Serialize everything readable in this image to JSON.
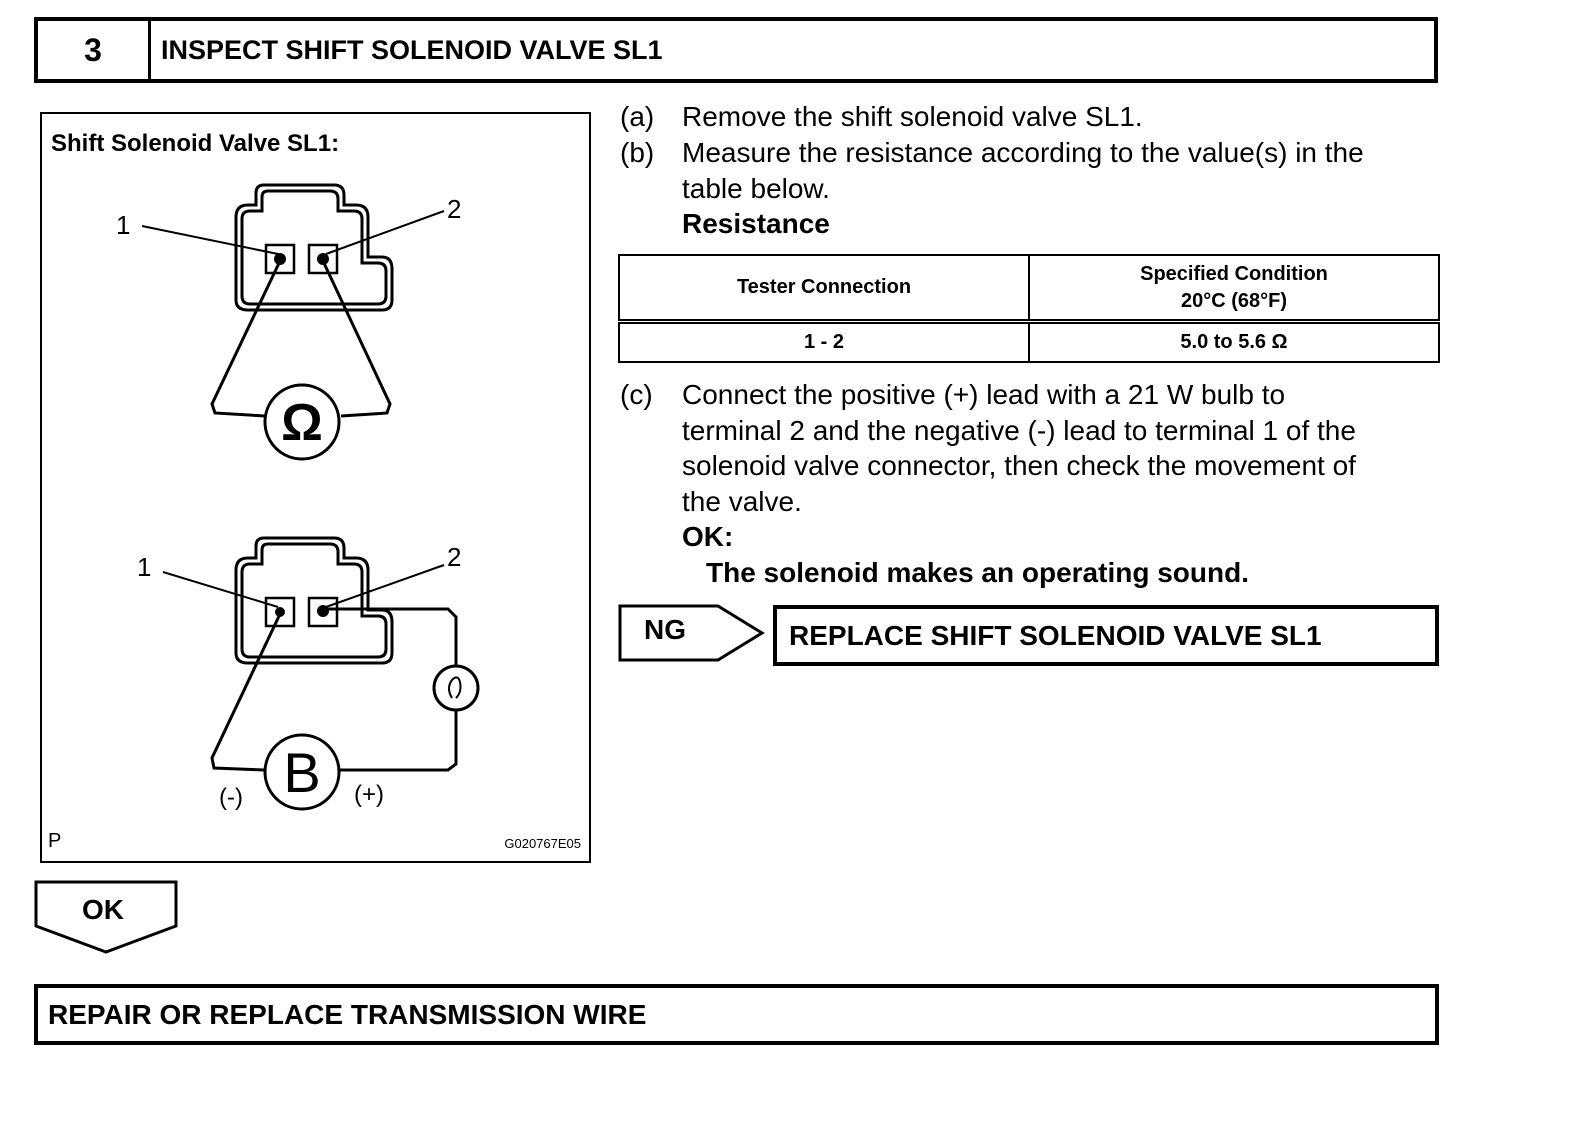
{
  "step": {
    "number": "3",
    "title": "INSPECT SHIFT SOLENOID VALVE SL1"
  },
  "figure": {
    "title": "Shift Solenoid Valve SL1:",
    "top_diagram": {
      "terminal_1": "1",
      "terminal_2": "2",
      "meter_symbol": "Ω"
    },
    "bottom_diagram": {
      "terminal_1": "1",
      "terminal_2": "2",
      "battery_symbol": "B",
      "negative": "(-)",
      "positive": "(+)"
    },
    "footer_left": "P",
    "footer_right": "G020767E05"
  },
  "instructions": {
    "a": {
      "label": "(a)",
      "text": "Remove the shift solenoid valve SL1."
    },
    "b": {
      "label": "(b)",
      "line1": "Measure the resistance according to the value(s) in the",
      "line2": "table below.",
      "heading": "Resistance"
    },
    "c": {
      "label": "(c)",
      "lines": [
        "Connect the positive (+) lead with a 21 W bulb to",
        "terminal 2 and the negative (-) lead to terminal 1 of the",
        "solenoid valve connector, then check the movement of",
        "the valve."
      ],
      "ok_heading": "OK:",
      "ok_text": "The solenoid makes an operating sound."
    }
  },
  "table": {
    "col1_header": "Tester Connection",
    "col2_header_line1": "Specified Condition",
    "col2_header_line2": "20°C (68°F)",
    "rows": [
      {
        "connection": "1 - 2",
        "condition": "5.0 to 5.6 Ω"
      }
    ]
  },
  "ng": {
    "label": "NG",
    "action": "REPLACE SHIFT SOLENOID VALVE SL1"
  },
  "ok": {
    "label": "OK"
  },
  "final": {
    "text": "REPAIR OR REPLACE TRANSMISSION WIRE"
  }
}
